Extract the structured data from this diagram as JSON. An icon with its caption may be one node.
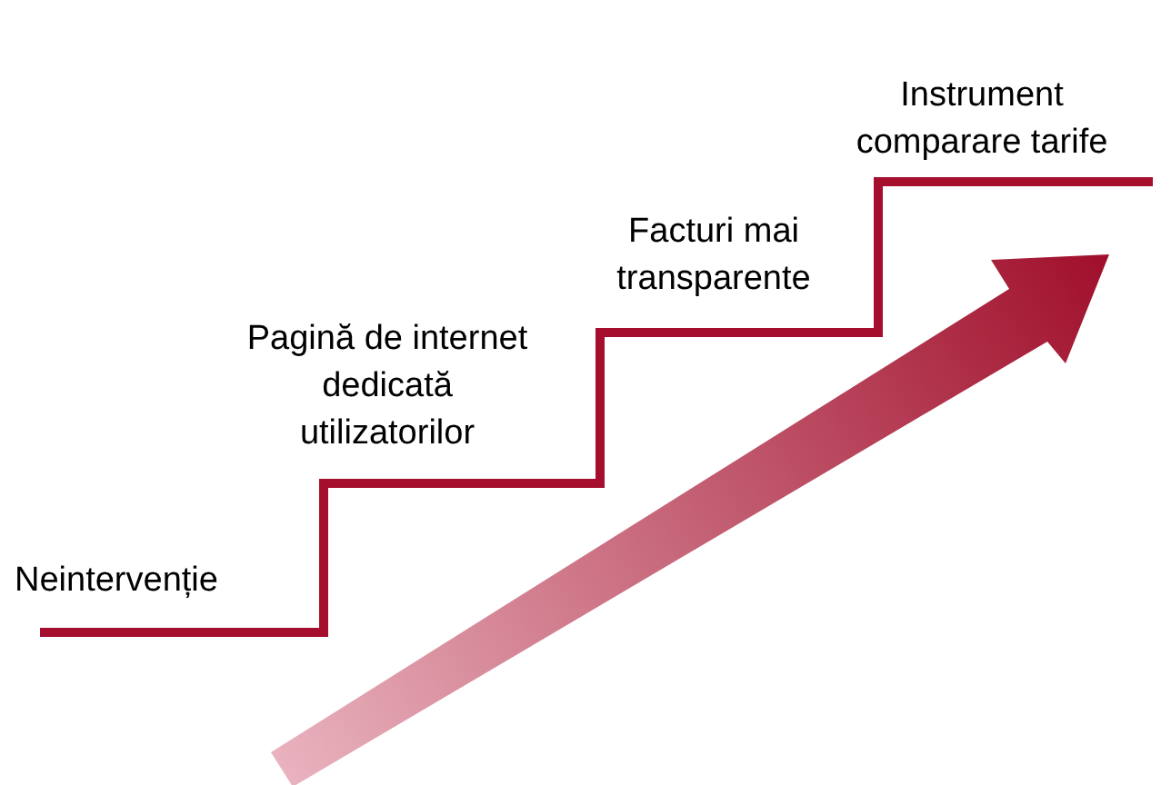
{
  "diagram": {
    "labels": [
      "Instrument comparare tarife",
      "Facturi mai transparente",
      "Pagină de internet dedicată utilizatorilor",
      "Neintervenție"
    ]
  }
}
